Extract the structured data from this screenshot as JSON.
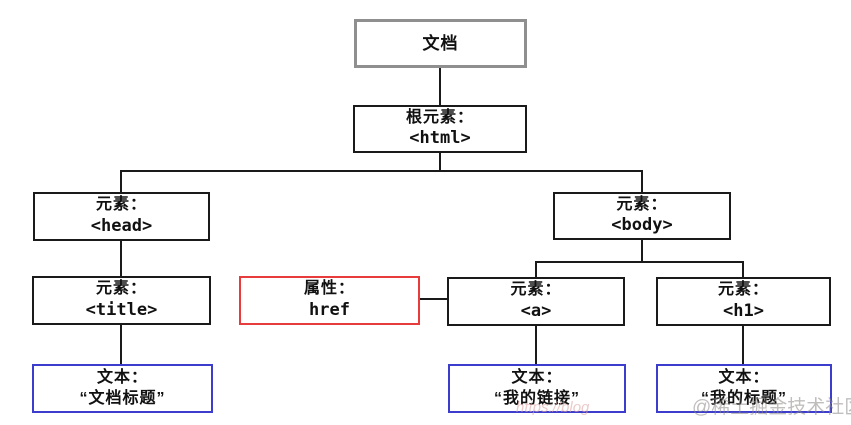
{
  "diagram": {
    "nodes": {
      "document": {
        "label": "文档"
      },
      "html": {
        "label": "根元素：",
        "value": "<html>"
      },
      "head": {
        "label": "元素：",
        "value": "<head>"
      },
      "body": {
        "label": "元素：",
        "value": "<body>"
      },
      "title": {
        "label": "元素：",
        "value": "<title>"
      },
      "href": {
        "label": "属性：",
        "value": "href"
      },
      "a": {
        "label": "元素：",
        "value": "<a>"
      },
      "h1": {
        "label": "元素：",
        "value": "<h1>"
      },
      "textTitle": {
        "label": "文本：",
        "value": "“文档标题”"
      },
      "textLink": {
        "label": "文本：",
        "value": "“我的链接”"
      },
      "textHeading": {
        "label": "文本：",
        "value": "“我的标题”"
      }
    },
    "colors": {
      "background": "#ffffff",
      "node_border": "#1a1a1a",
      "document_border": "#8f8f8f",
      "attribute_border": "#e83c3c",
      "text_node_border": "#3c3ccd",
      "connector": "#1a1a1a"
    }
  },
  "watermark": {
    "url_fragment": "https://blog",
    "handle": "@稀土掘金技术社区"
  }
}
